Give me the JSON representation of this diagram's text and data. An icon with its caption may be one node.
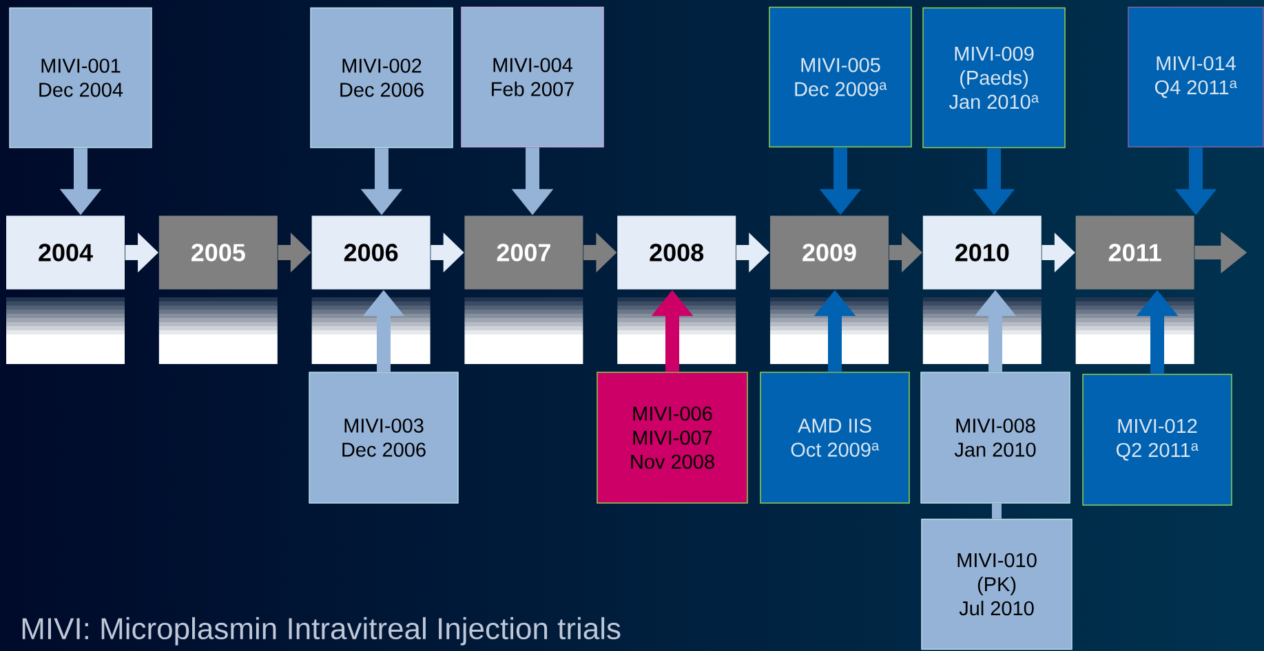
{
  "diagram": {
    "caption": "MIVI: Microplasmin Intravitreal Injection trials",
    "nodes": [
      {
        "text": [
          "MIVI-001",
          "Dec 2004"
        ]
      },
      {
        "text": [
          "MIVI-002",
          "Dec 2006"
        ]
      },
      {
        "text": [
          "MIVI-004",
          "Feb 2007"
        ]
      },
      {
        "text": [
          "MIVI-005",
          "Dec 2009$^{a}$"
        ]
      },
      {
        "text": [
          "MIVI-009",
          "(Paeds)",
          "Jan 2010$^{a}$"
        ]
      },
      {
        "text": [
          "MIVI-014",
          "Q4 2011$^{a}$"
        ]
      },
      {
        "text": [
          "2004"
        ]
      },
      {
        "text": [
          "2005"
        ]
      },
      {
        "text": [
          "2006"
        ]
      },
      {
        "text": [
          "2007"
        ]
      },
      {
        "text": [
          "2008"
        ]
      },
      {
        "text": [
          "2009"
        ]
      },
      {
        "text": [
          "2010"
        ]
      },
      {
        "text": [
          "2011"
        ]
      },
      {
        "text": [
          "MIVI-003",
          "Dec 2006"
        ]
      },
      {
        "text": [
          "MIVI-006",
          "MIVI-007",
          "Nov 2008"
        ]
      },
      {
        "text": [
          "AMD IIS",
          "Oct 2009$^{a}$"
        ]
      },
      {
        "text": [
          "MIVI-008",
          "Jan 2010"
        ]
      },
      {
        "text": [
          "MIVI-012",
          "Q2 2011$^{a}$"
        ]
      },
      {
        "text": [
          "MIVI-010",
          "(PK)",
          "Jul 2010"
        ]
      }
    ],
    "edges": [
      {
        "from": 6,
        "to": 7,
        "arrow": "to"
      },
      {
        "from": 7,
        "to": 8,
        "arrow": "to"
      },
      {
        "from": 8,
        "to": 9,
        "arrow": "to"
      },
      {
        "from": 9,
        "to": 10,
        "arrow": "to"
      },
      {
        "from": 10,
        "to": 11,
        "arrow": "to"
      },
      {
        "from": 11,
        "to": 12,
        "arrow": "to"
      },
      {
        "from": 12,
        "to": 13,
        "arrow": "to"
      },
      {
        "from": 13,
        "to": null,
        "arrow": "to"
      },
      {
        "from": 0,
        "to": 6,
        "arrow": "to"
      },
      {
        "from": 1,
        "to": 8,
        "arrow": "to"
      },
      {
        "from": 2,
        "to": 9,
        "arrow": "to"
      },
      {
        "from": 3,
        "to": 11,
        "arrow": "to",
        "color": "#0062b0"
      },
      {
        "from": 4,
        "to": 12,
        "arrow": "to",
        "color": "#0062b0"
      },
      {
        "from": 5,
        "to": 13,
        "arrow": "to",
        "color": "#0062b0"
      },
      {
        "from": 14,
        "to": 8,
        "arrow": "to"
      },
      {
        "from": 15,
        "to": 10,
        "arrow": "to",
        "color": "#cc0066"
      },
      {
        "from": 16,
        "to": 11,
        "arrow": "to",
        "color": "#0062b0"
      },
      {
        "from": 17,
        "to": 12,
        "arrow": "to"
      },
      {
        "from": 18,
        "to": 13,
        "arrow": "to",
        "color": "#0062b0"
      },
      {
        "from": 19,
        "to": 17,
        "arrow": "none"
      }
    ]
  }
}
